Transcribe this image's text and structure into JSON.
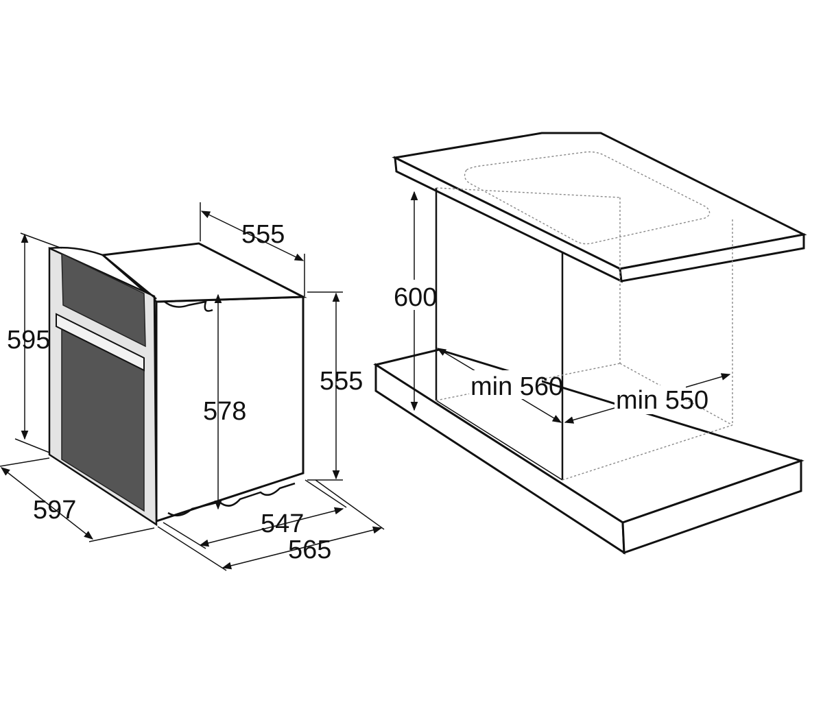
{
  "oven_dimensions": {
    "total_height": "595",
    "body_depth_top": "555",
    "body_height": "555",
    "inner_height": "578",
    "front_width": "597",
    "body_width": "547",
    "total_width": "565"
  },
  "niche_dimensions": {
    "niche_height": "600",
    "min_width": "min 560",
    "min_depth": "min 550"
  },
  "colors": {
    "line": "#111111",
    "panel": "#555555",
    "trim": "#d8d8d8",
    "hidden_line": "#888888"
  }
}
